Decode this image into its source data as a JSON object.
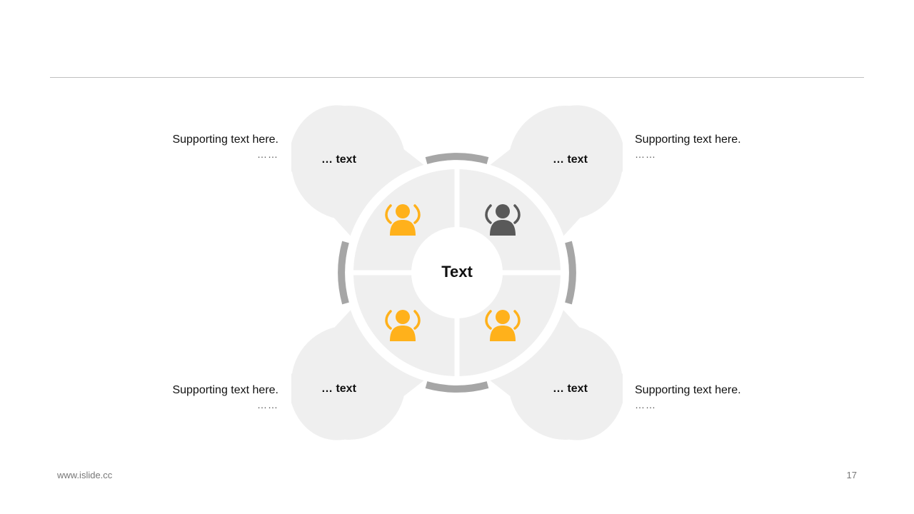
{
  "center": {
    "label": "Text"
  },
  "petals": [
    {
      "id": "top-left",
      "label": "… text",
      "icon": "user-icon",
      "icon_color": "#FFB11B"
    },
    {
      "id": "top-right",
      "label": "… text",
      "icon": "user-icon",
      "icon_color": "#595959"
    },
    {
      "id": "bottom-left",
      "label": "… text",
      "icon": "user-icon",
      "icon_color": "#FFB11B"
    },
    {
      "id": "bottom-right",
      "label": "… text",
      "icon": "user-icon",
      "icon_color": "#FFB11B"
    }
  ],
  "supporting": [
    {
      "id": "top-left",
      "text": "Supporting text here.",
      "dots": "……"
    },
    {
      "id": "top-right",
      "text": "Supporting text here.",
      "dots": "……"
    },
    {
      "id": "bottom-left",
      "text": "Supporting text here.",
      "dots": "……"
    },
    {
      "id": "bottom-right",
      "text": "Supporting text here.",
      "dots": "……"
    }
  ],
  "footer": {
    "website": "www.islide.cc",
    "page_number": "17"
  },
  "colors": {
    "petal_fill": "#EFEFEF",
    "ring_gray": "#A6A6A6",
    "accent": "#FFB11B",
    "dark": "#595959"
  }
}
